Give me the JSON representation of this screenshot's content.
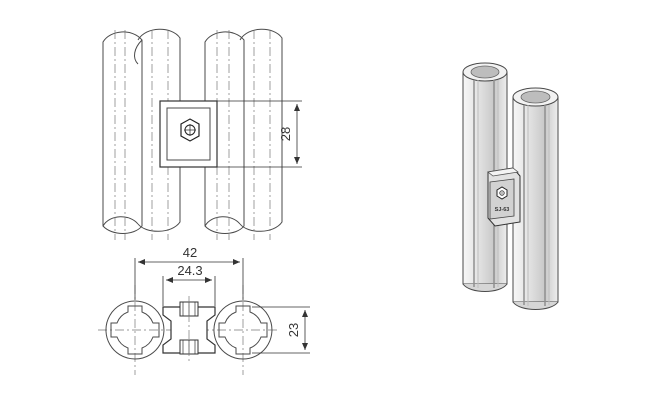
{
  "drawing": {
    "front_view": {
      "height_dimension": "28"
    },
    "bottom_view": {
      "overall_width_dimension": "42",
      "inner_width_dimension": "24.3",
      "height_dimension": "23"
    },
    "iso_view": {
      "joint_label": "SJ-63"
    },
    "colors": {
      "line": "#4a4a4a",
      "centerline": "#777777",
      "shade_light": "#dcdcdc",
      "shade_mid": "#bdbdbd",
      "shade_dark": "#8f8f8f"
    }
  }
}
